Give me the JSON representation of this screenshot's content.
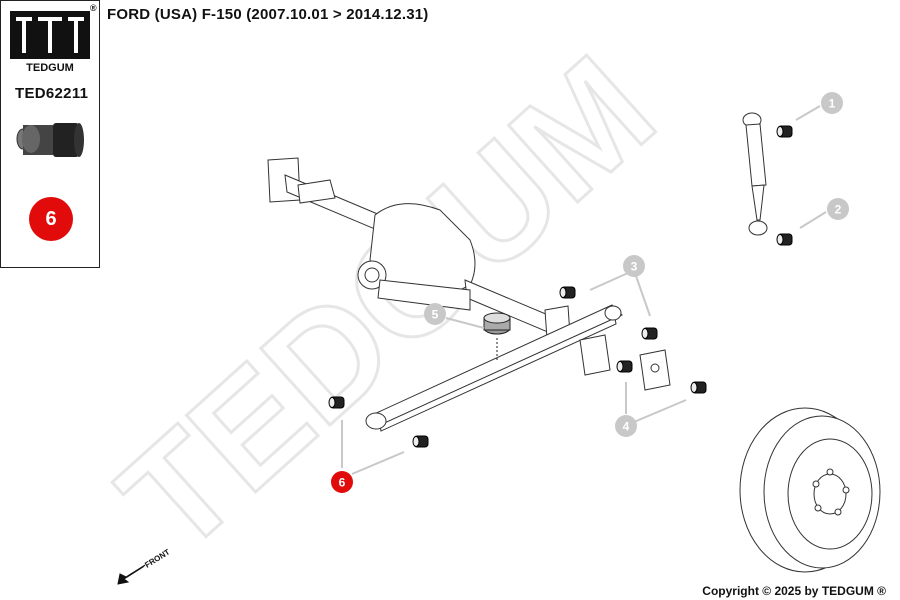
{
  "brand": {
    "name": "TEDGUM",
    "registered_mark": "®",
    "watermark": "TEDGUM"
  },
  "part": {
    "number": "TED62211",
    "position_badge": "6"
  },
  "vehicle": {
    "title": "FORD (USA) F-150  (2007.10.01 > 2014.12.31)"
  },
  "diagram": {
    "callouts": [
      {
        "id": "1",
        "highlighted": false
      },
      {
        "id": "2",
        "highlighted": false
      },
      {
        "id": "3",
        "highlighted": false
      },
      {
        "id": "4",
        "highlighted": false
      },
      {
        "id": "5",
        "highlighted": false
      },
      {
        "id": "6",
        "highlighted": true
      }
    ],
    "front_label": "FRONT",
    "highlight_color": "#e10b0b",
    "callout_color": "#c8c8c8"
  },
  "footer": {
    "copyright": "Copyright © 2025 by TEDGUM ®"
  }
}
